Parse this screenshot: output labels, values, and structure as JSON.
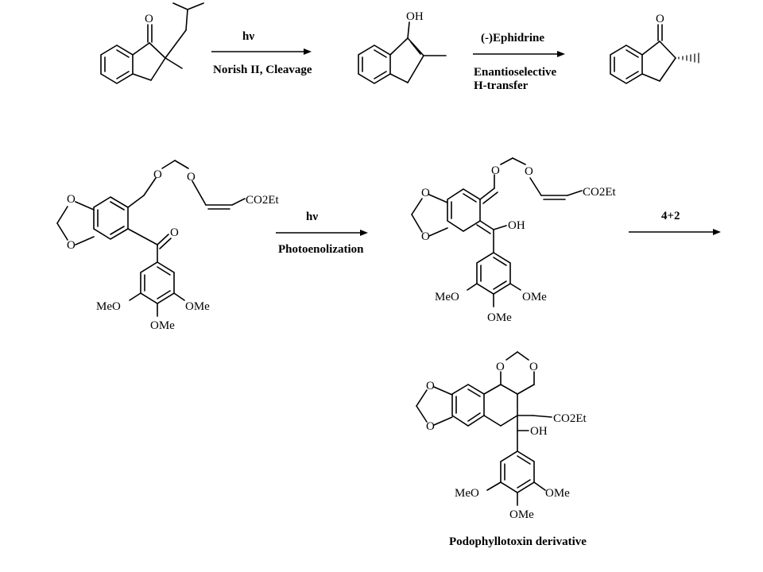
{
  "scheme": {
    "row1": {
      "arrow1": {
        "above": "hν",
        "below": "Norish II, Cleavage"
      },
      "arrow2": {
        "above": "(-)Ephidrine",
        "below_line1": "Enantioselective",
        "below_line2": "H-transfer"
      },
      "atoms": {
        "O": "O",
        "OH": "OH"
      }
    },
    "row2": {
      "arrow1": {
        "above": "hν",
        "below": "Photoenolization"
      },
      "arrow2": {
        "above": "4+2"
      },
      "atoms": {
        "O": "O",
        "OH": "OH",
        "CO2Et": "CO2Et",
        "MeO": "MeO",
        "OMe": "OMe"
      }
    },
    "product": {
      "caption": "Podophyllotoxin derivative",
      "atoms": {
        "O": "O",
        "OH": "OH",
        "CO2Et": "CO2Et",
        "MeO": "MeO",
        "OMe": "OMe"
      }
    }
  }
}
